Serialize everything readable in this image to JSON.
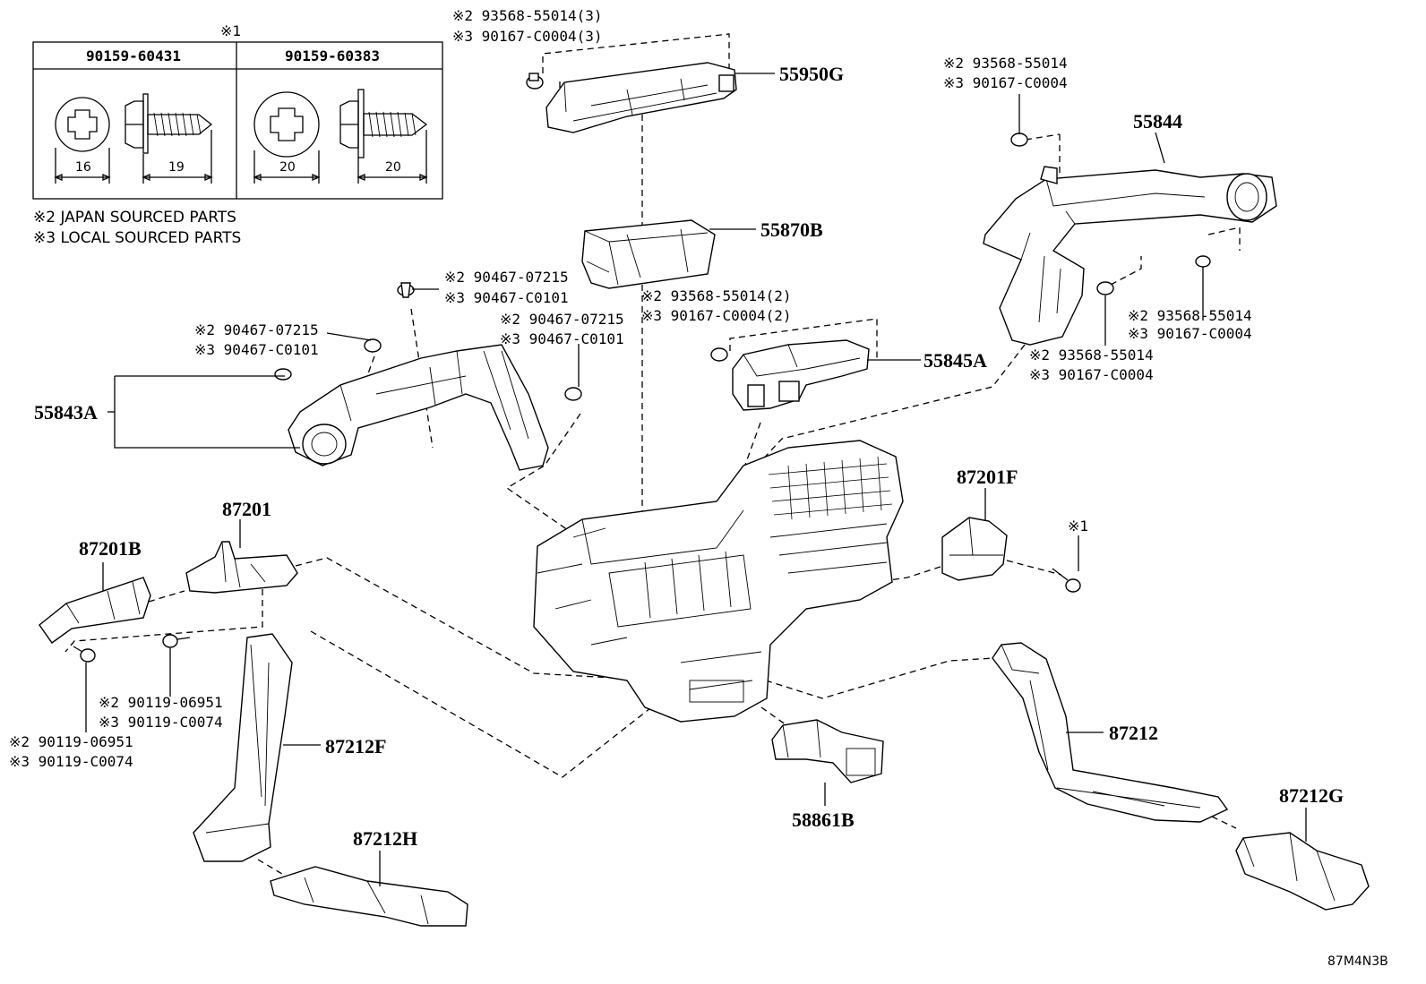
{
  "fastener_table": {
    "ref_mark": "※1",
    "col1_part": "90159-60431",
    "col2_part": "90159-60383",
    "col1_head_dim": "16",
    "col1_length_dim": "19",
    "col2_head_dim": "20",
    "col2_length_dim": "20"
  },
  "notes": {
    "japan": "※2 JAPAN SOURCED PARTS",
    "local": "※3 LOCAL SOURCED PARTS"
  },
  "callouts": {
    "c55950g_a": "※2 93568-55014(3)",
    "c55950g_b": "※3 90167-C0004(3)",
    "p55950g": "55950G",
    "p55870b": "55870B",
    "c55844_top_a": "※2 93568-55014",
    "c55844_top_b": "※3 90167-C0004",
    "p55844": "55844",
    "c55844_right_a": "※2 93568-55014",
    "c55844_right_b": "※3 90167-C0004",
    "c55844_mid_a": "※2 93568-55014",
    "c55844_mid_b": "※3 90167-C0004",
    "c_clip_top_a": "※2 90467-07215",
    "c_clip_top_b": "※3 90467-C0101",
    "c_clip_left_a": "※2 90467-07215",
    "c_clip_left_b": "※3 90467-C0101",
    "c_clip_right_a": "※2 90467-07215",
    "c_clip_right_b": "※3 90467-C0101",
    "c55845a_a": "※2 93568-55014(2)",
    "c55845a_b": "※3 90167-C0004(2)",
    "p55845a": "55845A",
    "p55843a": "55843A",
    "p87201f": "87201F",
    "c87201f_ref": "※1",
    "p87201": "87201",
    "p87201b": "87201B",
    "c87201_a": "※2 90119-06951",
    "c87201_b": "※3 90119-C0074",
    "c87201b_a": "※2 90119-06951",
    "c87201b_b": "※3 90119-C0074",
    "p87212f": "87212F",
    "p87212h": "87212H",
    "p58861b": "58861B",
    "p87212": "87212",
    "p87212g": "87212G"
  },
  "diagram_id": "87M4N3B"
}
